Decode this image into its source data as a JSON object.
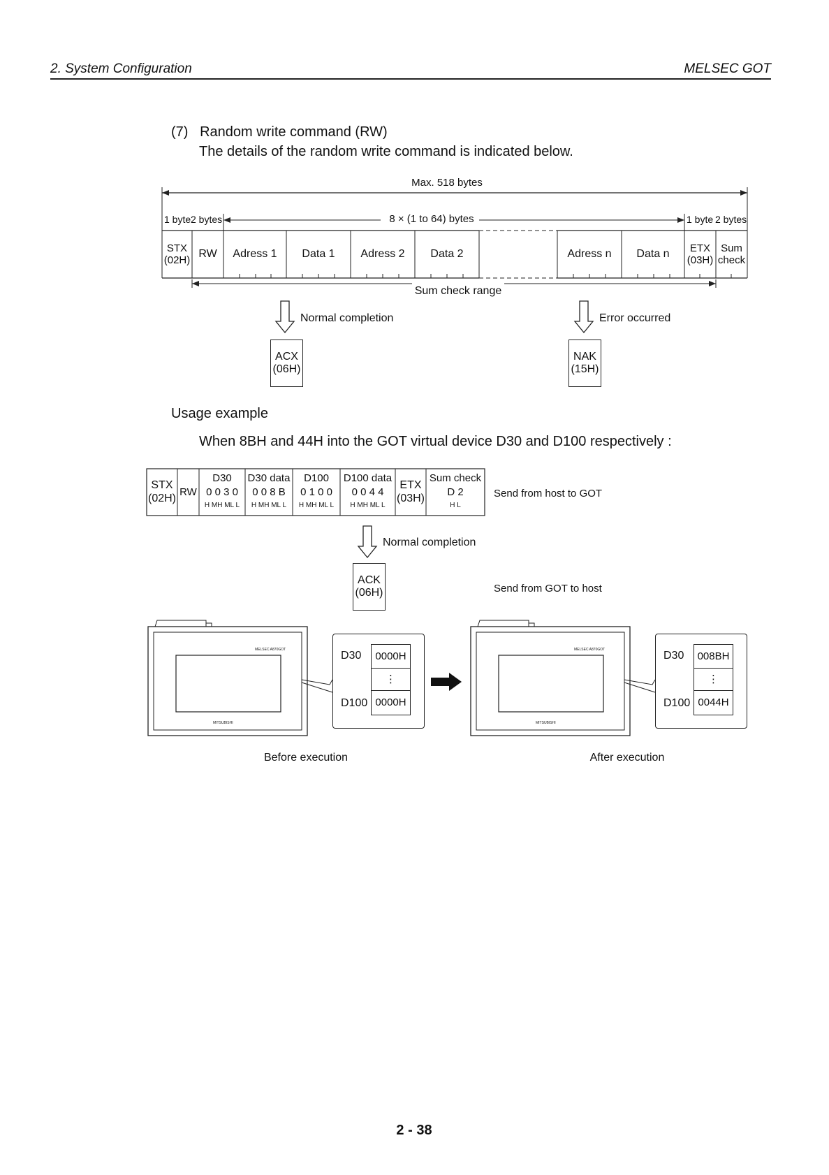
{
  "header": {
    "section": "2.  System Configuration",
    "brand": "MELSEC GOT"
  },
  "intro": {
    "heading": "(7)   Random write command (RW)",
    "description": "The details of the random write command is indicated below."
  },
  "frame_diagram": {
    "max_label": "Max. 518 bytes",
    "byte1_left": "1 byte",
    "bytes2_left": "2 bytes",
    "repeat_label": "8 × (1 to 64) bytes",
    "byte1_right": "1 byte",
    "bytes2_right": "2 bytes",
    "cells": {
      "stx": "STX\n(02H)",
      "rw": "RW",
      "adress1": "Adress 1",
      "data1": "Data 1",
      "adress2": "Adress 2",
      "data2": "Data 2",
      "adressn": "Adress n",
      "datan": "Data n",
      "etx": "ETX\n(03H)",
      "sum": "Sum\ncheck"
    },
    "sum_check_range": "Sum check range",
    "normal_completion": "Normal completion",
    "error_occurred": "Error occurred",
    "acx": "ACX\n(06H)",
    "nak": "NAK\n(15H)"
  },
  "usage": {
    "title": "Usage example",
    "description": "When 8BH and 44H into the GOT virtual device D30 and D100 respectively :",
    "table": {
      "stx": "STX\n(02H)",
      "rw": "RW",
      "d30_head": "D30",
      "d30_digits": "0 0 3 0",
      "d30_hl": "H MH ML L",
      "d30data_head": "D30 data",
      "d30data_digits": "0 0 8 B",
      "d30data_hl": "H MH ML L",
      "d100_head": "D100",
      "d100_digits": "0 1 0 0",
      "d100_hl": "H MH ML L",
      "d100data_head": "D100 data",
      "d100data_digits": "0 0 4 4",
      "d100data_hl": "H MH ML L",
      "etx": "ETX\n(03H)",
      "sum_head": "Sum check",
      "sum_digits": "D 2",
      "sum_hl": "H L"
    },
    "send_host_to_got": "Send from host to GOT",
    "normal_completion": "Normal completion",
    "ack": "ACK\n(06H)",
    "send_got_to_host": "Send from GOT to host"
  },
  "devices": {
    "before": {
      "d30_label": "D30",
      "d30_value": "0000H",
      "d100_label": "D100",
      "d100_value": "0000H",
      "dots": "⋮",
      "caption": "Before execution",
      "model_text": "MELSEC A870GOT",
      "maker_text": "MITSUBISHI"
    },
    "after": {
      "d30_label": "D30",
      "d30_value": "008BH",
      "d100_label": "D100",
      "d100_value": "0044H",
      "dots": "⋮",
      "caption": "After execution",
      "model_text": "MELSEC A870GOT",
      "maker_text": "MITSUBISHI"
    }
  },
  "footer": {
    "page_number": "2 - 38"
  }
}
